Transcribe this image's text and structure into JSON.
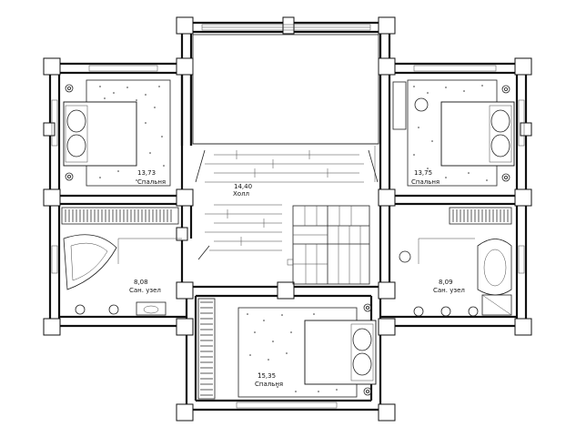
{
  "rooms": [
    {
      "id": "bedroom-nw",
      "area": "13,73",
      "name": "Спальня"
    },
    {
      "id": "bedroom-ne",
      "area": "13,75",
      "name": "Спальня"
    },
    {
      "id": "hall",
      "area": "14,40",
      "name": "Холл"
    },
    {
      "id": "bath-w",
      "area": "8,08",
      "name": "Сан. узел"
    },
    {
      "id": "bath-e",
      "area": "8,09",
      "name": "Сан. узел"
    },
    {
      "id": "bedroom-s",
      "area": "15,35",
      "name": "Спальня"
    }
  ]
}
